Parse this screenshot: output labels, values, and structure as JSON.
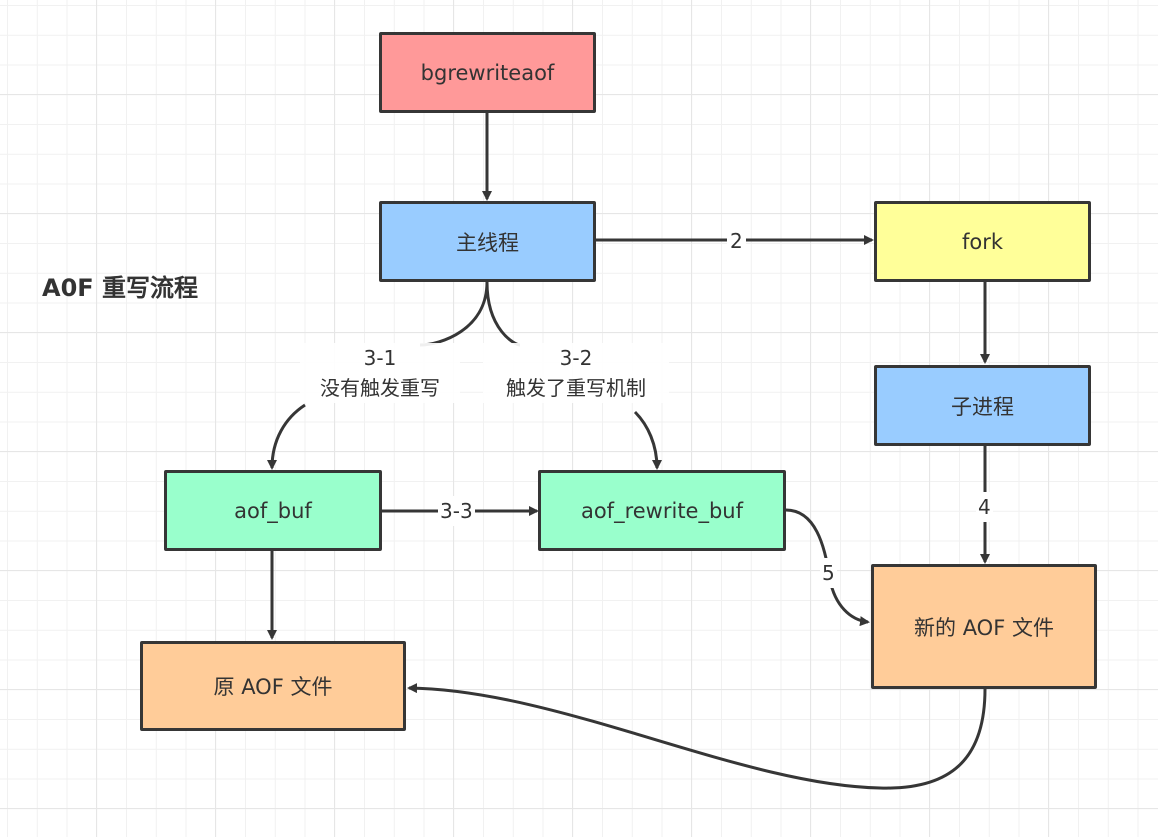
{
  "title": "A0F 重写流程",
  "colors": {
    "stroke": "#363636",
    "command": "#ff9999",
    "thread": "#99ccff",
    "fork": "#ffff99",
    "buffer": "#99ffcc",
    "file": "#ffcc99"
  },
  "nodes": {
    "bgrewriteaof": "bgrewriteaof",
    "main_thread": "主线程",
    "fork": "fork",
    "child_process": "子进程",
    "aof_buf": "aof_buf",
    "aof_rewrite_buf": "aof_rewrite_buf",
    "old_aof": "原 AOF 文件",
    "new_aof": "新的 AOF 文件"
  },
  "edges": [
    {
      "from": "bgrewriteaof",
      "to": "main_thread",
      "label": ""
    },
    {
      "from": "main_thread",
      "to": "fork",
      "label": "2"
    },
    {
      "from": "fork",
      "to": "child_process",
      "label": ""
    },
    {
      "from": "main_thread",
      "to": "aof_buf",
      "label": "3-1\n没有触发重写"
    },
    {
      "from": "main_thread",
      "to": "aof_rewrite_buf",
      "label": "3-2\n触发了重写机制"
    },
    {
      "from": "aof_buf",
      "to": "aof_rewrite_buf",
      "label": "3-3"
    },
    {
      "from": "child_process",
      "to": "new_aof",
      "label": "4"
    },
    {
      "from": "aof_rewrite_buf",
      "to": "new_aof",
      "label": "5"
    },
    {
      "from": "aof_buf",
      "to": "old_aof",
      "label": ""
    },
    {
      "from": "new_aof",
      "to": "old_aof",
      "label": ""
    }
  ],
  "edge_labels": {
    "e2": "2",
    "e31_num": "3-1",
    "e31_text": "没有触发重写",
    "e32_num": "3-2",
    "e32_text": "触发了重写机制",
    "e33": "3-3",
    "e4": "4",
    "e5": "5"
  }
}
